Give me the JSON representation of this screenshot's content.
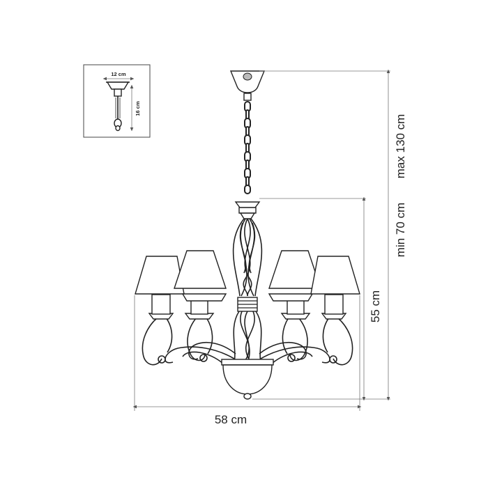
{
  "inset": {
    "width_label": "12 cm",
    "height_label": "16 cm"
  },
  "dimensions": {
    "width_label": "58 cm",
    "body_height_label": "55 cm",
    "total_height_min_label": "min 70 cm",
    "total_height_max_label": "max 130 cm"
  },
  "colors": {
    "line": "#222222",
    "dimension_line": "#777777",
    "background": "#ffffff"
  }
}
